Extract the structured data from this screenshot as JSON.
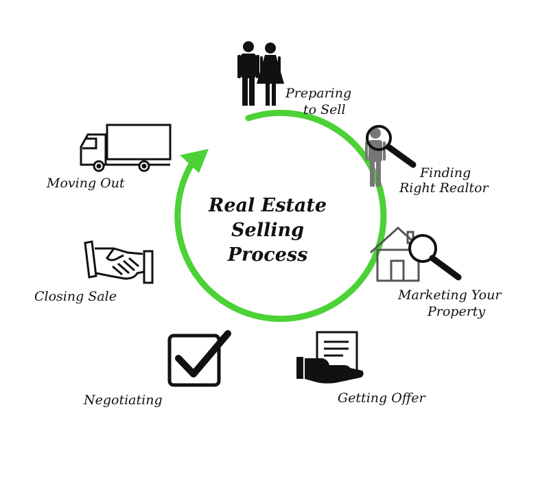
{
  "title": {
    "line1": "Real Estate",
    "line2": "Selling",
    "line3": "Process"
  },
  "steps": [
    {
      "line1": "Preparing",
      "line2": "to Sell",
      "icon": "couple-icon"
    },
    {
      "line1": "Finding",
      "line2": "Right Realtor",
      "icon": "person-magnifier-icon"
    },
    {
      "line1": "Marketing Your",
      "line2": "Property",
      "icon": "house-magnifier-icon"
    },
    {
      "line1": "Getting Offer",
      "icon": "hand-document-icon"
    },
    {
      "line1": "Negotiating",
      "icon": "checkbox-icon"
    },
    {
      "line1": "Closing  Sale",
      "icon": "handshake-icon"
    },
    {
      "line1": "Moving Out",
      "icon": "truck-icon"
    }
  ],
  "colors": {
    "cycle_arrow": "#4cd136",
    "icon": "#111111",
    "icon_gray": "#777777",
    "text": "#111111"
  }
}
